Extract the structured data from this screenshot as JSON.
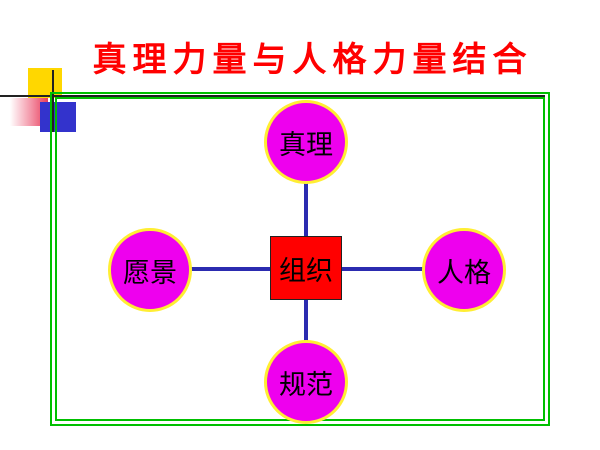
{
  "title": "真理力量与人格力量结合",
  "center": {
    "label": "组织"
  },
  "nodes": {
    "top": "真理",
    "left": "愿景",
    "right": "人格",
    "bottom": "规范"
  },
  "colors": {
    "title": "#ff0000",
    "node_fill": "#ee00ee",
    "node_border": "#ffee33",
    "center_fill": "#ff0000",
    "connector": "#2b2bb0",
    "frame": "#00c000"
  }
}
